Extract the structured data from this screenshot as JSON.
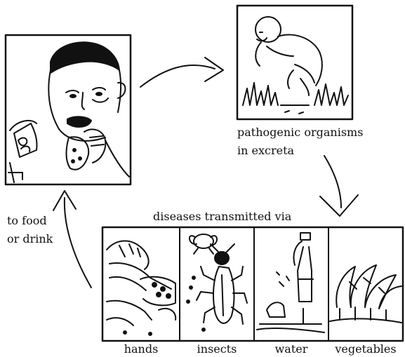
{
  "caption": {
    "organisms_line1": "pathogenic organisms",
    "organisms_line2": "in excreta",
    "transmitted_via": "diseases transmitted via",
    "food_line1": "to food",
    "food_line2": "or drink"
  },
  "routes": {
    "hands": "hands",
    "insects": "insects",
    "water": "water",
    "vegetables": "vegetables"
  }
}
